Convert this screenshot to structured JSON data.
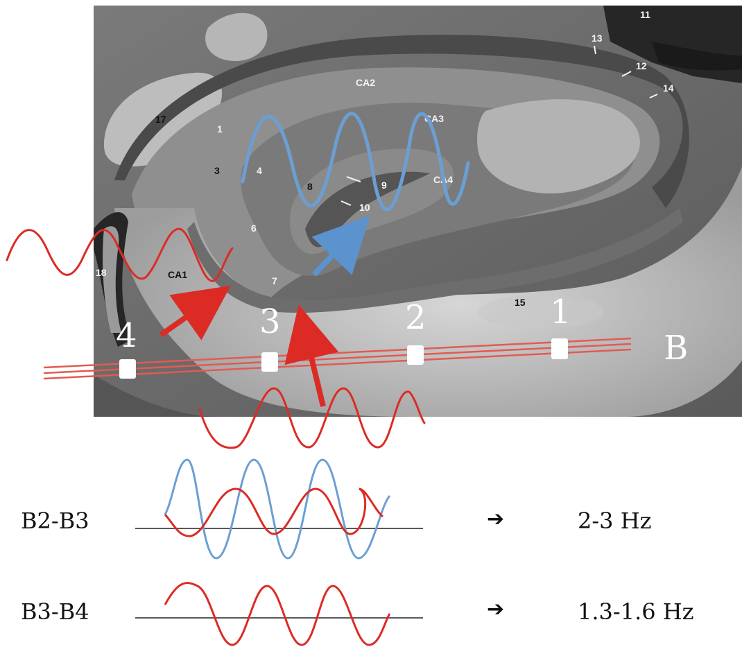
{
  "region_labels": {
    "ca1": "CA1",
    "ca2": "CA2",
    "ca3": "CA3",
    "ca4": "CA4"
  },
  "number_labels": {
    "n1": "1",
    "n3": "3",
    "n4": "4",
    "n6": "6",
    "n7": "7",
    "n8": "8",
    "n9": "9",
    "n10": "10",
    "n11": "11",
    "n12": "12",
    "n13": "13",
    "n14": "14",
    "n15": "15",
    "n17": "17",
    "n18": "18"
  },
  "electrode": {
    "array_label": "B",
    "contacts": [
      "1",
      "2",
      "3",
      "4"
    ]
  },
  "comparisons": [
    {
      "pair": "B2-B3",
      "arrow": "➔",
      "frequency": "2-3 Hz"
    },
    {
      "pair": "B3-B4",
      "arrow": "➔",
      "frequency": "1.3-1.6 Hz"
    }
  ],
  "colors": {
    "red_wave": "#dc2b25",
    "blue_wave": "#6699cc",
    "electrode_lines": "#e35a50",
    "contacts": "#ffffff"
  }
}
